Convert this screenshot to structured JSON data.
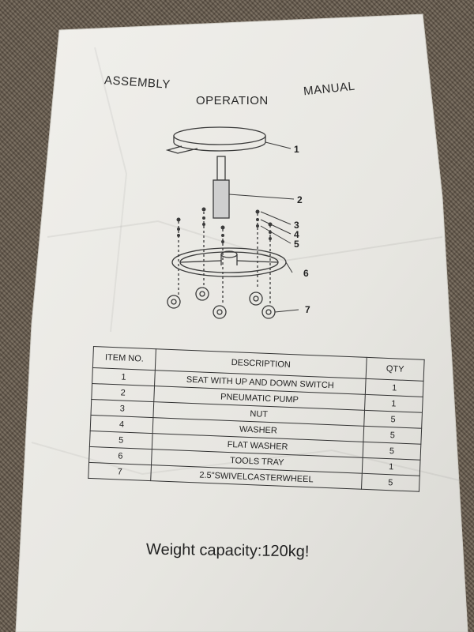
{
  "document": {
    "title_words": [
      "ASSEMBLY",
      "OPERATION",
      "MANUAL"
    ],
    "callouts": [
      "1",
      "2",
      "3",
      "4",
      "5",
      "6",
      "7"
    ],
    "table": {
      "headers": {
        "item": "ITEM NO.",
        "description": "DESCRIPTION",
        "qty": "QTY"
      },
      "rows": [
        {
          "item": "1",
          "description": "SEAT WITH UP AND DOWN SWITCH",
          "qty": "1"
        },
        {
          "item": "2",
          "description": "PNEUMATIC PUMP",
          "qty": "1"
        },
        {
          "item": "3",
          "description": "NUT",
          "qty": "5"
        },
        {
          "item": "4",
          "description": "WASHER",
          "qty": "5"
        },
        {
          "item": "5",
          "description": "FLAT WASHER",
          "qty": "5"
        },
        {
          "item": "6",
          "description": "TOOLS TRAY",
          "qty": "1"
        },
        {
          "item": "7",
          "description": "2.5\"SWIVELCASTERWHEEL",
          "qty": "5"
        }
      ]
    },
    "weight_text": "Weight capacity:120kg!"
  },
  "colors": {
    "paper": "#ecebe6",
    "ink": "#222222",
    "carpet": "#6e6253"
  }
}
